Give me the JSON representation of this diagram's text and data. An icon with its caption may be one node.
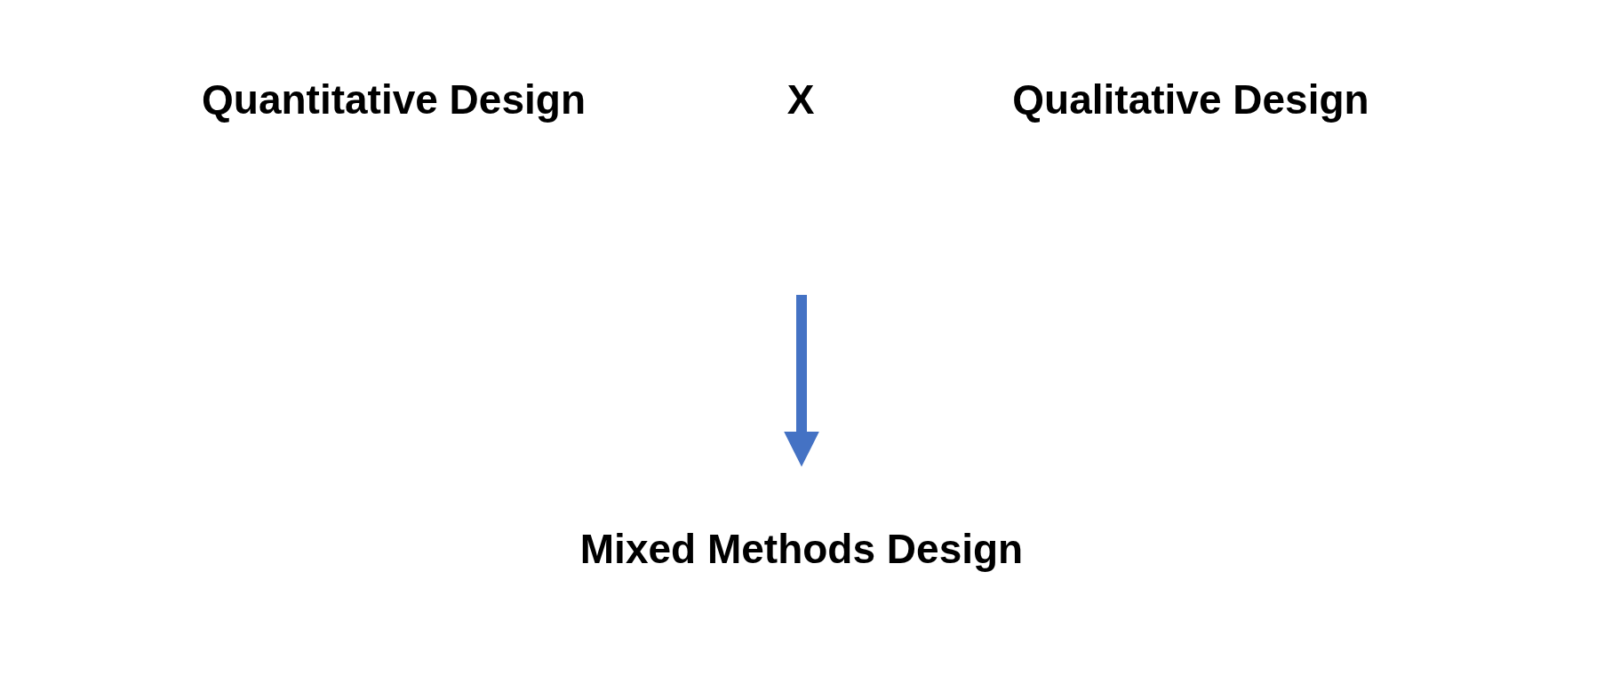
{
  "diagram": {
    "nodes": [
      {
        "text": [
          "Quantitative Design"
        ]
      },
      {
        "text": [
          "X"
        ]
      },
      {
        "text": [
          "Qualitative Design"
        ]
      },
      {
        "text": [
          "Mixed Methods Design"
        ]
      }
    ],
    "edges": [
      {
        "from": null,
        "to": 3,
        "arrow": "to",
        "color": "#4472c4"
      }
    ]
  }
}
